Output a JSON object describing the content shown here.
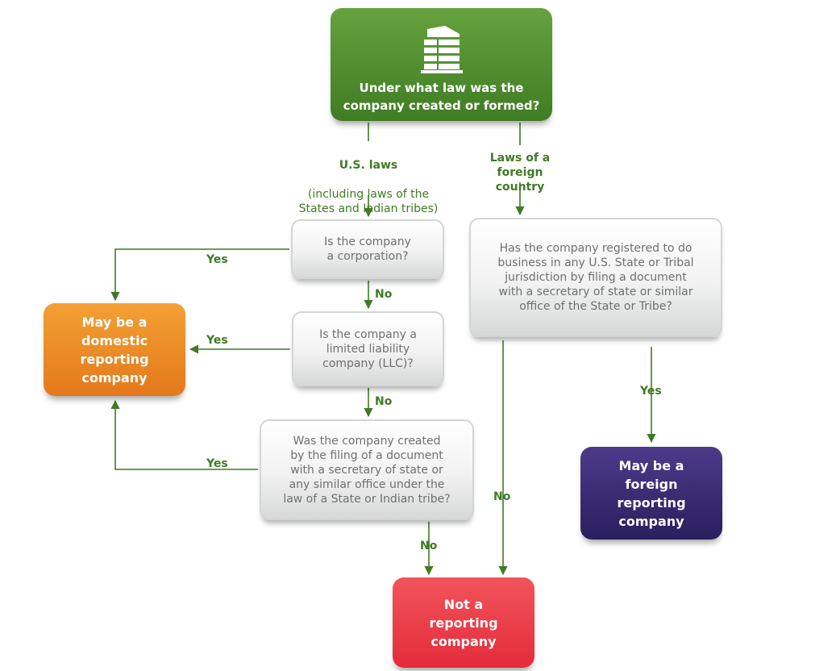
{
  "colors": {
    "connector": "#3f7a25",
    "green": "#4f8f30",
    "orange": "#ec8a25",
    "purple": "#362a71",
    "red": "#ea3f4b",
    "question_text": "#6f6f6f",
    "label_text": "#3f7a25"
  },
  "top": {
    "icon": "office-building-icon",
    "text": "Under what law was the\ncompany created or formed?"
  },
  "branches": {
    "us": {
      "title": "U.S. laws",
      "detail": "(including laws of the\nStates and Indian tribes)"
    },
    "foreign": {
      "title": "Laws of a\nforeign country"
    }
  },
  "questions": {
    "corporation": "Is  the company\na corporation?",
    "llc": "Is the company a\nlimited liability\ncompany (LLC)?",
    "created_by_filing": "Was the company created\nby the filing of a document\nwith a secretary of state or\nany similar office under the\nlaw of a State or Indian tribe?",
    "registered": "Has the company registered to do\nbusiness in any U.S. State or Tribal\njurisdiction by filing a document\nwith a secretary of state or similar\noffice of the State or Tribe?"
  },
  "outcomes": {
    "domestic": "May be a\ndomestic\nreporting\ncompany",
    "foreign": "May be a\nforeign\nreporting\ncompany",
    "not_reporting": "Not a\nreporting\ncompany"
  },
  "edge_labels": {
    "yes_corporation": "Yes",
    "yes_llc": "Yes",
    "yes_filing": "Yes",
    "yes_registered": "Yes",
    "no_corporation": "No",
    "no_llc": "No",
    "no_filing": "No",
    "no_registered": "No"
  }
}
